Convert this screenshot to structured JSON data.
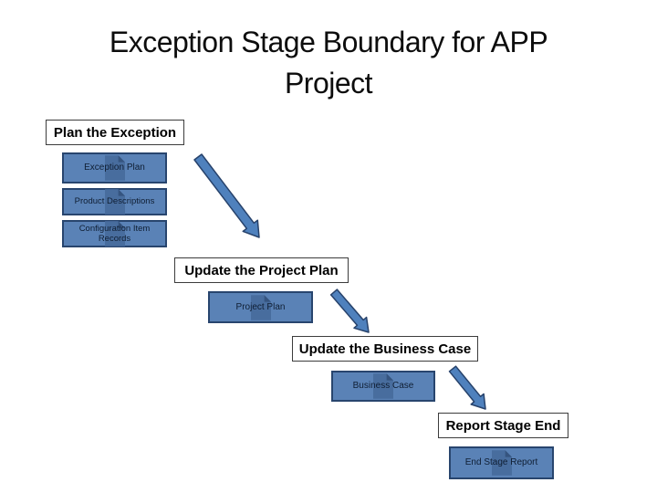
{
  "slide": {
    "title": {
      "lines": [
        "Exception Stage Boundary for APP",
        "Project"
      ],
      "full_text": "Exception Stage Boundary for APP Project"
    },
    "process_boxes": [
      {
        "label": "Plan the Exception"
      },
      {
        "label": "Update the Project Plan"
      },
      {
        "label": "Update the Business Case"
      },
      {
        "label": "Report Stage End"
      }
    ],
    "artifact_boxes": [
      {
        "label": "Exception Plan",
        "icon": "document-icon"
      },
      {
        "label": "Product Descriptions",
        "icon": "document-icon"
      },
      {
        "label": "Configuration Item Records",
        "icon": "document-icon"
      },
      {
        "label": "Project Plan",
        "icon": "document-icon"
      },
      {
        "label": "Business Case",
        "icon": "document-icon"
      },
      {
        "label": "End Stage Report",
        "icon": "document-icon"
      }
    ],
    "arrows_count": 3,
    "colors": {
      "background": "#ffffff",
      "title_text": "#0d0d0d",
      "process_box_fill": "#ffffff",
      "process_box_border": "#3c3c3c",
      "artifact_box_fill": "#5a82b6",
      "artifact_box_border": "#28456e",
      "artifact_text": "#0f1e33",
      "document_icon_fill": "#486d9e",
      "document_icon_fold": "#35547f",
      "arrow_fill": "#4f81bd",
      "arrow_border": "#27426b"
    }
  }
}
